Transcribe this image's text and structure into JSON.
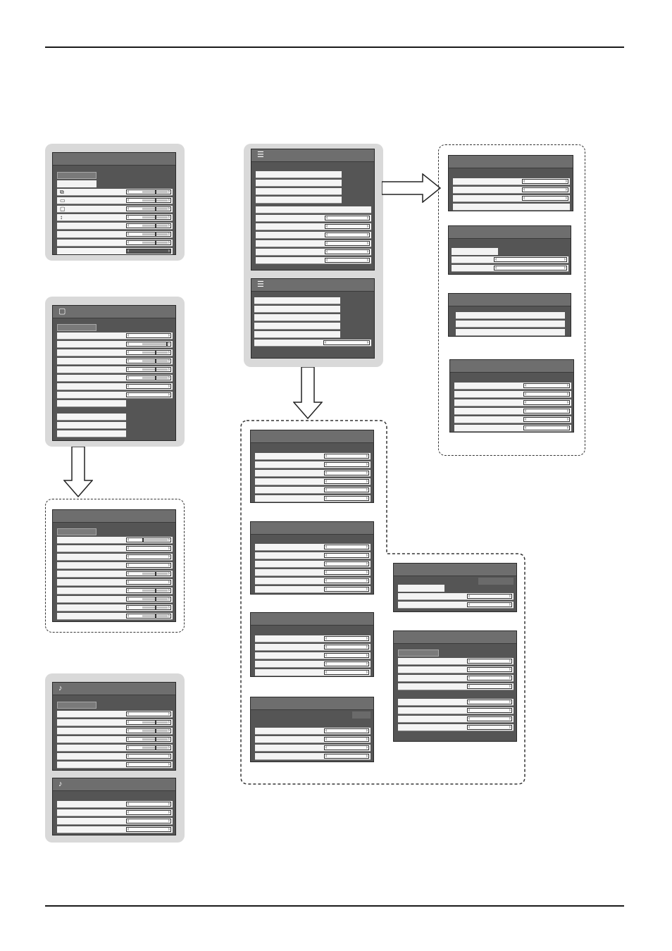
{
  "diagram": {
    "groups": [
      {
        "key": "picture-setup"
      },
      {
        "key": "picture"
      },
      {
        "key": "picture-advanced"
      },
      {
        "key": "sound"
      },
      {
        "key": "setup"
      },
      {
        "key": "setup-sub"
      }
    ],
    "panel_colors": {
      "frame": "#555555",
      "title": "#6e6e6e",
      "row": "#f4f4f4",
      "group": "#d9d9d9"
    },
    "icons": {
      "picture-menu": "tv-screen-icon",
      "sound-menu": "music-note-icon",
      "setup-menu": "list-menu-icon"
    },
    "arrows": [
      {
        "from": "picture",
        "to": "picture-advanced",
        "direction": "down"
      },
      {
        "from": "setup",
        "to": "setup-sub-left",
        "direction": "down"
      },
      {
        "from": "setup",
        "to": "setup-sub-right",
        "direction": "right"
      }
    ]
  }
}
